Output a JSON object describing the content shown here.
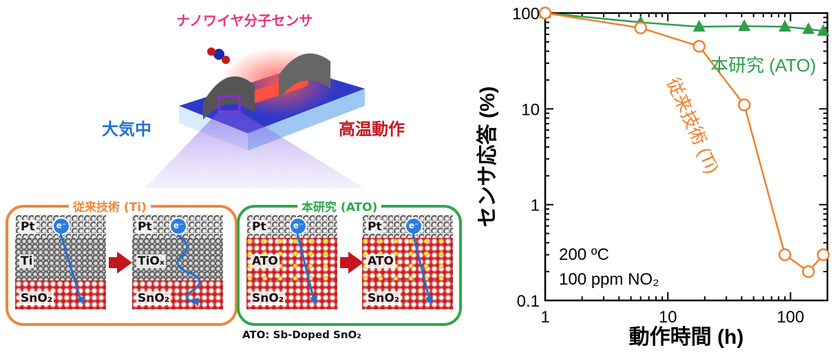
{
  "figure": {
    "device_title": "ナノワイヤ分子センサ",
    "air_label": "大気中",
    "hightemp_label": "高温動作",
    "old_panel_title": "従来技術 (Ti)",
    "new_panel_title": "本研究 (ATO)",
    "electron": "e⁻",
    "footnote": "ATO: Sb-Doped SnO₂",
    "layers": {
      "pt": "Pt",
      "ti": "Ti",
      "tiox": "TiOₓ",
      "ato": "ATO",
      "sno2": "SnO₂"
    }
  },
  "chart_data": {
    "type": "line",
    "xscale": "log",
    "yscale": "log",
    "xlim": [
      1,
      200
    ],
    "ylim": [
      0.1,
      100
    ],
    "xlabel": "動作時間 (h)",
    "ylabel": "センサ応答 (%)",
    "xticks": [
      "1",
      "10",
      "100"
    ],
    "yticks": [
      "0.1",
      "1",
      "10",
      "100"
    ],
    "annotation_line1": "200 ºC",
    "annotation_line2": "100 ppm NO₂",
    "series": [
      {
        "name": "本研究 (ATO)",
        "color": "#2e9e4a",
        "marker": "filled-triangle",
        "x": [
          1,
          6,
          18,
          42,
          90,
          140,
          185
        ],
        "y": [
          100,
          80,
          72,
          73,
          72,
          68,
          65
        ]
      },
      {
        "name": "従来技術 (Ti)",
        "color": "#f0802c",
        "marker": "open-circle",
        "x": [
          1,
          6,
          18,
          42,
          90,
          140,
          185
        ],
        "y": [
          100,
          70,
          45,
          11,
          0.3,
          0.2,
          0.3
        ]
      }
    ]
  }
}
